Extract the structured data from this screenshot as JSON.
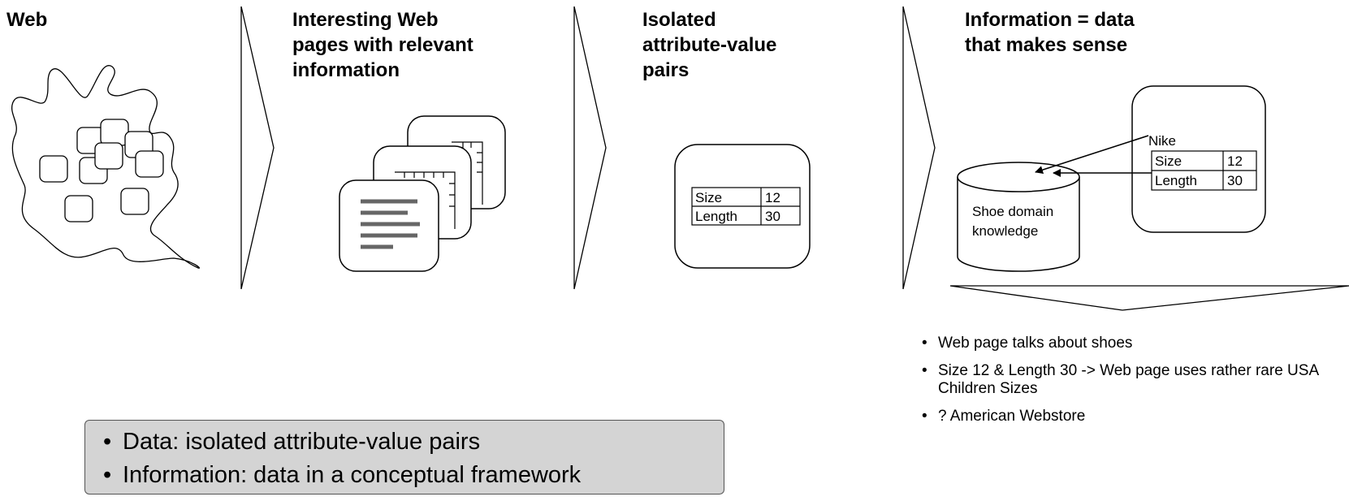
{
  "stages": [
    {
      "title": "Web"
    },
    {
      "title_lines": [
        "Interesting Web",
        "pages with relevant",
        "information"
      ]
    },
    {
      "title_lines": [
        "Isolated",
        "attribute-value",
        "pairs"
      ]
    },
    {
      "title_lines": [
        "Information = data",
        "that makes sense"
      ]
    }
  ],
  "attribute_table": [
    {
      "attribute": "Size",
      "value": "12"
    },
    {
      "attribute": "Length",
      "value": "30"
    }
  ],
  "brand_label": "Nike",
  "knowledge_base_lines": [
    "Shoe domain",
    "knowledge"
  ],
  "conclusions": [
    "Web page talks about shoes",
    "Size 12 & Length 30 -> Web page uses rather rare USA Children Sizes",
    "? American Webstore"
  ],
  "summary": [
    "Data: isolated attribute-value pairs",
    "Information: data in a conceptual framework"
  ]
}
